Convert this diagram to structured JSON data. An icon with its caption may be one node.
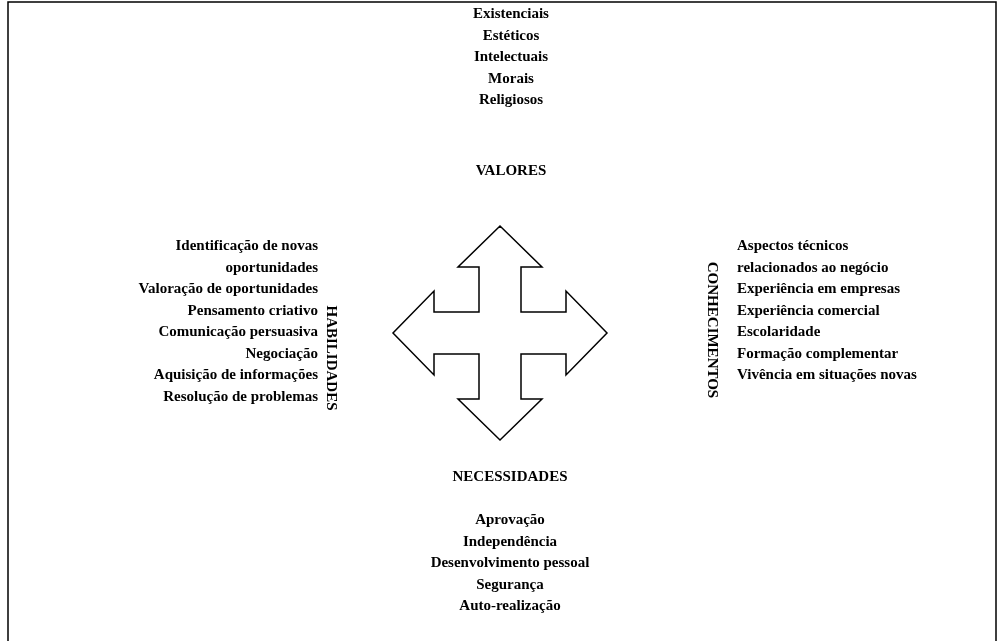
{
  "diagram": {
    "labels": [
      "Existenciais",
      "Estéticos",
      "Intelectuais",
      "Morais",
      "Religiosos",
      "VALORES",
      "Identificação de novas oportunidades",
      "Valoração de oportunidades",
      "Pensamento criativo",
      "Comunicação persuasiva",
      "Negociação",
      "Aquisição de informações",
      "Resolução de problemas",
      "HABILIDADES",
      "CONHECIMENTOS",
      "Aspectos técnicos relacionados ao negócio",
      "Experiência em empresas",
      "Experiência comercial",
      "Escolaridade",
      "Formação complementar",
      "Vivência em situações novas",
      "NECESSIDADES",
      "Aprovação",
      "Independência",
      "Desenvolvimento pessoal",
      "Segurança",
      "Auto-realização"
    ]
  }
}
